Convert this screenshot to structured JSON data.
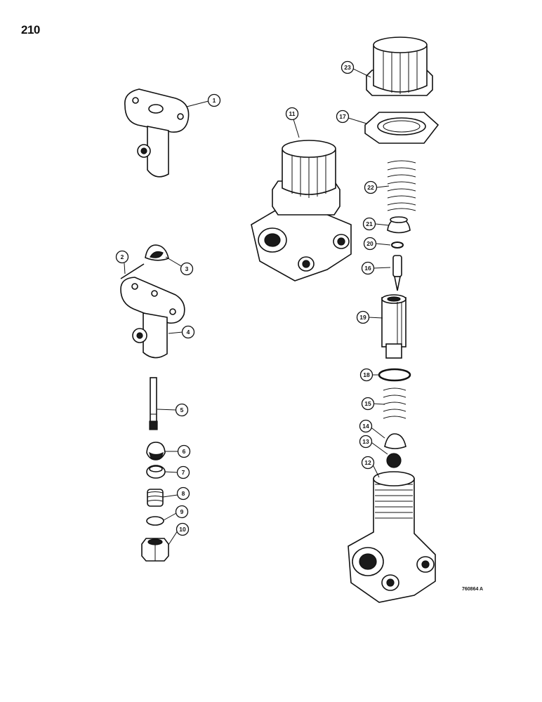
{
  "page_number": "210",
  "drawing_code": "760864 A",
  "callouts": [
    {
      "id": "1"
    },
    {
      "id": "2"
    },
    {
      "id": "3"
    },
    {
      "id": "4"
    },
    {
      "id": "5"
    },
    {
      "id": "6"
    },
    {
      "id": "7"
    },
    {
      "id": "8"
    },
    {
      "id": "9"
    },
    {
      "id": "10"
    },
    {
      "id": "11"
    },
    {
      "id": "12"
    },
    {
      "id": "13"
    },
    {
      "id": "14"
    },
    {
      "id": "15"
    },
    {
      "id": "16"
    },
    {
      "id": "17"
    },
    {
      "id": "18"
    },
    {
      "id": "19"
    },
    {
      "id": "20"
    },
    {
      "id": "21"
    },
    {
      "id": "22"
    },
    {
      "id": "23"
    }
  ]
}
